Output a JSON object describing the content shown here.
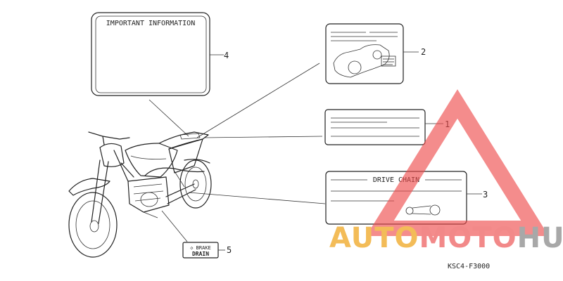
{
  "labels": {
    "info_title": "IMPORTANT INFORMATION",
    "drive_chain_title": "DRIVE CHAIN",
    "brake_line1": "◇ BRAKE",
    "brake_line2": "DRAIN",
    "part_code": "KSC4-F3000"
  },
  "callouts": [
    "1",
    "2",
    "3",
    "4",
    "5"
  ],
  "watermark": {
    "part1": "AUTO",
    "part2": "MOTO",
    "part3": "HUB",
    "color_orange": "#f2b13c",
    "color_red": "#ee4b4b",
    "color_gray": "#9a9a9a"
  },
  "colors": {
    "line": "#222222"
  }
}
